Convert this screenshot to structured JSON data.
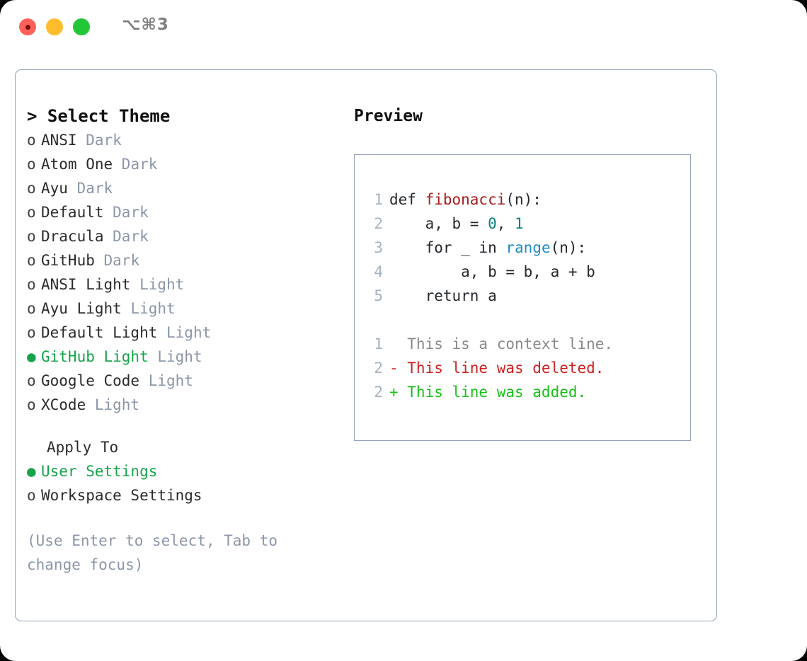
{
  "titlebar": {
    "shortcut": "⌥⌘3",
    "lights": [
      "close-red",
      "minimize-yellow",
      "zoom-green"
    ]
  },
  "left": {
    "header": "> Select Theme",
    "themes": [
      {
        "marker": "o",
        "name": "ANSI",
        "badge": "Dark",
        "selected": false
      },
      {
        "marker": "o",
        "name": "Atom One",
        "badge": "Dark",
        "selected": false
      },
      {
        "marker": "o",
        "name": "Ayu",
        "badge": "Dark",
        "selected": false
      },
      {
        "marker": "o",
        "name": "Default",
        "badge": "Dark",
        "selected": false
      },
      {
        "marker": "o",
        "name": "Dracula",
        "badge": "Dark",
        "selected": false
      },
      {
        "marker": "o",
        "name": "GitHub",
        "badge": "Dark",
        "selected": false
      },
      {
        "marker": "o",
        "name": "ANSI Light",
        "badge": "Light",
        "selected": false
      },
      {
        "marker": "o",
        "name": "Ayu Light",
        "badge": "Light",
        "selected": false
      },
      {
        "marker": "o",
        "name": "Default Light",
        "badge": "Light",
        "selected": false
      },
      {
        "marker": "●",
        "name": "GitHub Light",
        "badge": "Light",
        "selected": true
      },
      {
        "marker": "o",
        "name": "Google Code",
        "badge": "Light",
        "selected": false
      },
      {
        "marker": "o",
        "name": "XCode",
        "badge": "Light",
        "selected": false
      }
    ],
    "apply_to": {
      "title": "Apply To",
      "options": [
        {
          "marker": "●",
          "label": "User Settings",
          "selected": true
        },
        {
          "marker": "o",
          "label": "Workspace Settings",
          "selected": false
        }
      ]
    },
    "hint": "(Use Enter to select, Tab to change focus)"
  },
  "right": {
    "title": "Preview",
    "code_lines": [
      {
        "number": "1",
        "tokens": [
          {
            "t": "def ",
            "c": "plain"
          },
          {
            "t": "fibonacci",
            "c": "fn"
          },
          {
            "t": "(n):",
            "c": "plain"
          }
        ]
      },
      {
        "number": "2",
        "tokens": [
          {
            "t": "    a, b = ",
            "c": "plain"
          },
          {
            "t": "0",
            "c": "num"
          },
          {
            "t": ", ",
            "c": "plain"
          },
          {
            "t": "1",
            "c": "num"
          }
        ]
      },
      {
        "number": "3",
        "tokens": [
          {
            "t": "    for _ in ",
            "c": "plain"
          },
          {
            "t": "range",
            "c": "call"
          },
          {
            "t": "(n):",
            "c": "plain"
          }
        ]
      },
      {
        "number": "4",
        "tokens": [
          {
            "t": "        a, b = b, a + b",
            "c": "plain"
          }
        ]
      },
      {
        "number": "5",
        "tokens": [
          {
            "t": "    return a",
            "c": "plain"
          }
        ]
      }
    ],
    "diff_lines": [
      {
        "number": "1",
        "text": "  This is a context line.",
        "kind": "ctx"
      },
      {
        "number": "2",
        "text": "- This line was deleted.",
        "kind": "del"
      },
      {
        "number": "2",
        "text": "+ This line was added.",
        "kind": "add"
      }
    ]
  },
  "colors": {
    "accent_green": "#16a34a",
    "badge_gray": "#8b96a8",
    "border": "#94a3b8",
    "diff_add": "#18c018",
    "diff_del": "#cc2222",
    "syntax_fn": "#a61b1b",
    "syntax_num": "#0d8080",
    "syntax_call": "#1e8bc3"
  }
}
